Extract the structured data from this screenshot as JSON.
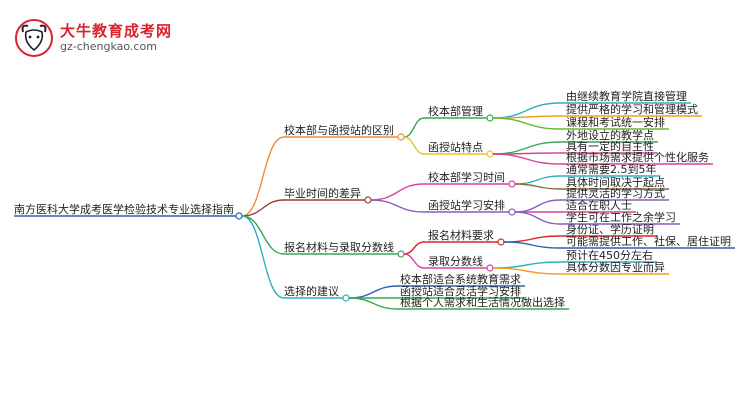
{
  "brand": {
    "title": "大牛教育成考网",
    "url": "gz-chengkao.com",
    "logo_icon": "ox-head-logo-icon"
  },
  "root": {
    "label": "南方医科大学成考医学检验技术专业选择指南",
    "color": "#2f5fb3"
  },
  "branches": [
    {
      "label": "校本部与函授站的区别",
      "color": "#f08a3c",
      "children": [
        {
          "label": "校本部管理",
          "color": "#3aa655",
          "leaves": [
            {
              "label": "由继续教育学院直接管理",
              "color": "#2eaec2"
            },
            {
              "label": "提供严格的学习和管理模式",
              "color": "#f0a020"
            },
            {
              "label": "课程和考试统一安排",
              "color": "#66b830"
            }
          ]
        },
        {
          "label": "函授站特点",
          "color": "#e8c22a",
          "leaves": [
            {
              "label": "外地设立的教学点",
              "color": "#3aa655"
            },
            {
              "label": "具有一定的自主性",
              "color": "#d9439a"
            },
            {
              "label": "根据市场需求提供个性化服务",
              "color": "#d9439a"
            }
          ]
        }
      ]
    },
    {
      "label": "毕业时间的差异",
      "color": "#9b3a3a",
      "children": [
        {
          "label": "校本部学习时间",
          "color": "#d9439a",
          "leaves": [
            {
              "label": "通常需要2.5到5年",
              "color": "#2eaec2"
            },
            {
              "label": "具体时间取决于起点",
              "color": "#8b6a3a"
            }
          ]
        },
        {
          "label": "函授站学习安排",
          "color": "#8a5bc0",
          "leaves": [
            {
              "label": "提供灵活的学习方式",
              "color": "#8a5bc0"
            },
            {
              "label": "适合在职人士",
              "color": "#d9439a"
            },
            {
              "label": "学生可在工作之余学习",
              "color": "#8a5bc0"
            }
          ]
        }
      ]
    },
    {
      "label": "报名材料与录取分数线",
      "color": "#3aa655",
      "children": [
        {
          "label": "报名材料要求",
          "color": "#d9232e",
          "leaves": [
            {
              "label": "身份证、学历证明",
              "color": "#d9232e"
            },
            {
              "label": "可能需提供工作、社保、居住证明",
              "color": "#2f5fb3"
            }
          ]
        },
        {
          "label": "录取分数线",
          "color": "#d9439a",
          "leaves": [
            {
              "label": "预计在450分左右",
              "color": "#2eaec2"
            },
            {
              "label": "具体分数因专业而异",
              "color": "#f0a020"
            }
          ]
        }
      ]
    },
    {
      "label": "选择的建议",
      "color": "#2eaec2",
      "leaves": [
        {
          "label": "校本部适合系统教育需求",
          "color": "#2f5fb3"
        },
        {
          "label": "函授站适合灵活学习安排",
          "color": "#3aa655"
        },
        {
          "label": "根据个人需求和生活情况做出选择",
          "color": "#3aa655"
        }
      ]
    }
  ]
}
